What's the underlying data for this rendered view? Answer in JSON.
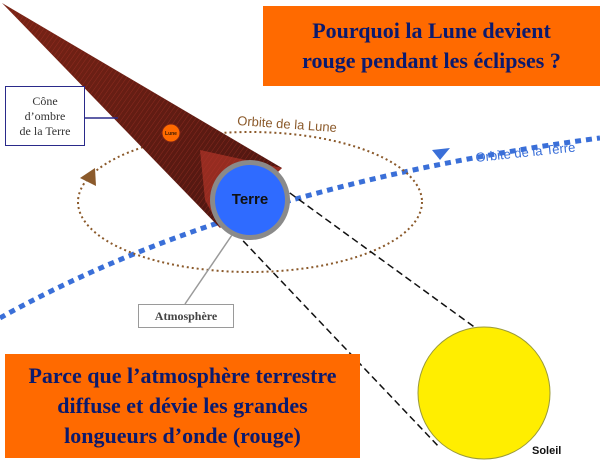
{
  "title": {
    "line1": "Pourquoi la Lune devient",
    "line2": "rouge pendant les éclipses ?"
  },
  "answer": {
    "line1": "Parce que l’atmosphère terrestre",
    "line2": "diffuse et dévie les grandes",
    "line3": "longueurs d’onde (rouge)"
  },
  "labels": {
    "cone_line1": "Cône",
    "cone_line2": "d’ombre",
    "cone_line3": "de la Terre",
    "atmosphere": "Atmosphère",
    "moon_orbit": "Orbite de la Lune",
    "earth_orbit": "Orbite de la Terre",
    "earth": "Terre",
    "moon": "Lune",
    "sun": "Soleil"
  },
  "colors": {
    "box_orange": "#ff6a00",
    "box_text": "#0b1a6e",
    "earth_blue": "#2f6bff",
    "earth_orbit_blue": "#3a6fd8",
    "moon_orbit_brown": "#8b5a2b",
    "sun_yellow": "#ffee00",
    "shadow_red": "#8a2a1a"
  }
}
